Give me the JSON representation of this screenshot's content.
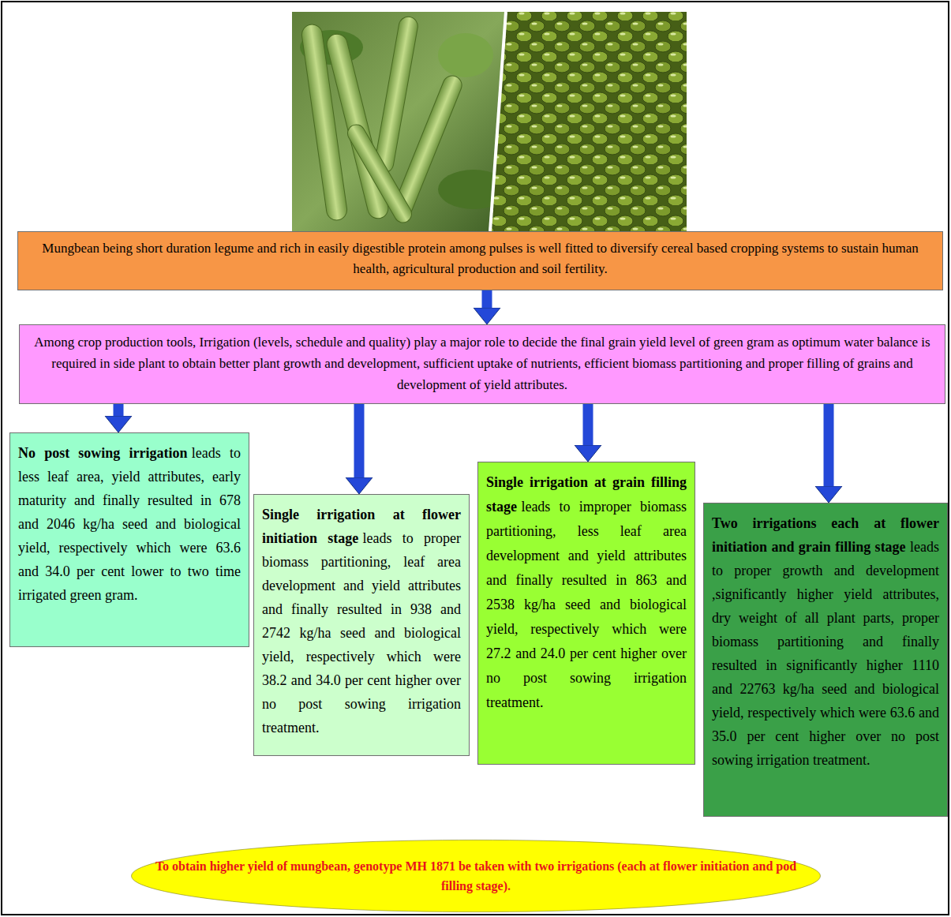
{
  "diagram": {
    "nodes": [
      {
        "text": [
          "Mungbean being short duration legume and rich in easily digestible protein among pulses is well fitted to diversify cereal based cropping systems to sustain human health, agricultural production and soil fertility."
        ]
      },
      {
        "text": [
          "Among crop production tools, Irrigation (levels, schedule and quality) play a major role to decide the final grain yield level of green gram as optimum water balance is required in side plant to obtain better plant growth and development, sufficient uptake of nutrients, efficient biomass partitioning and proper filling of grains and development of yield attributes."
        ]
      },
      {
        "text": [
          "No post sowing irrigation",
          "leads to less leaf area, yield attributes, early maturity and finally resulted in 678 and 2046 kg/ha seed and biological yield, respectively which were 63.6 and 34.0 per cent lower to two time irrigated green gram."
        ]
      },
      {
        "text": [
          "Single irrigation at flower initiation stage",
          "leads to proper biomass partitioning, leaf area development and yield attributes and finally resulted in 938 and 2742 kg/ha seed and biological yield, respectively which were 38.2 and 34.0 per cent higher over no post sowing irrigation treatment."
        ]
      },
      {
        "text": [
          "Single irrigation at grain filling stage",
          "leads to improper biomass partitioning, less leaf area development and yield attributes and finally resulted in 863 and 2538 kg/ha seed and biological yield, respectively which were 27.2 and 24.0 per cent higher over no post sowing irrigation treatment."
        ]
      },
      {
        "text": [
          "Two irrigations each at flower initiation and grain filling stage",
          "leads to proper growth and development ,significantly higher yield attributes, dry weight of all plant parts, proper biomass partitioning and finally resulted in significantly higher 1110 and 22763 kg/ha seed and biological yield, respectively which were 63.6 and 35.0 per cent higher over no post sowing irrigation treatment."
        ]
      },
      {
        "text": [
          "To obtain higher yield of mungbean, genotype MH 1871 be taken with two irrigations (each at flower initiation and pod filling stage)."
        ]
      }
    ],
    "edges": [
      {
        "from": 0,
        "to": 1,
        "arrow": "to"
      },
      {
        "from": 1,
        "to": 2,
        "arrow": "to"
      },
      {
        "from": 1,
        "to": 3,
        "arrow": "to"
      },
      {
        "from": 1,
        "to": 4,
        "arrow": "to"
      },
      {
        "from": 1,
        "to": 5,
        "arrow": "to"
      }
    ]
  }
}
